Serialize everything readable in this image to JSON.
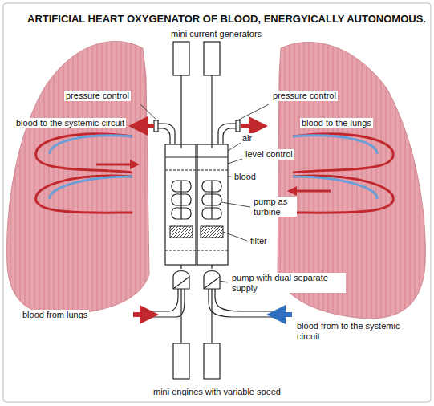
{
  "diagram": {
    "title": "ARTIFICIAL HEART OXYGENATOR OF BLOOD, ENERGYICALLY AUTONOMOUS.",
    "labels": [
      "mini current generators",
      "pressure control",
      "pressure control",
      "blood to the systemic circuit",
      "blood to the lungs",
      "air",
      "level control",
      "blood",
      "pump as turbine",
      "filter",
      "pump with dual separate supply",
      "blood from lungs",
      "blood from to the systemic circuit",
      "mini engines with variable speed"
    ]
  }
}
